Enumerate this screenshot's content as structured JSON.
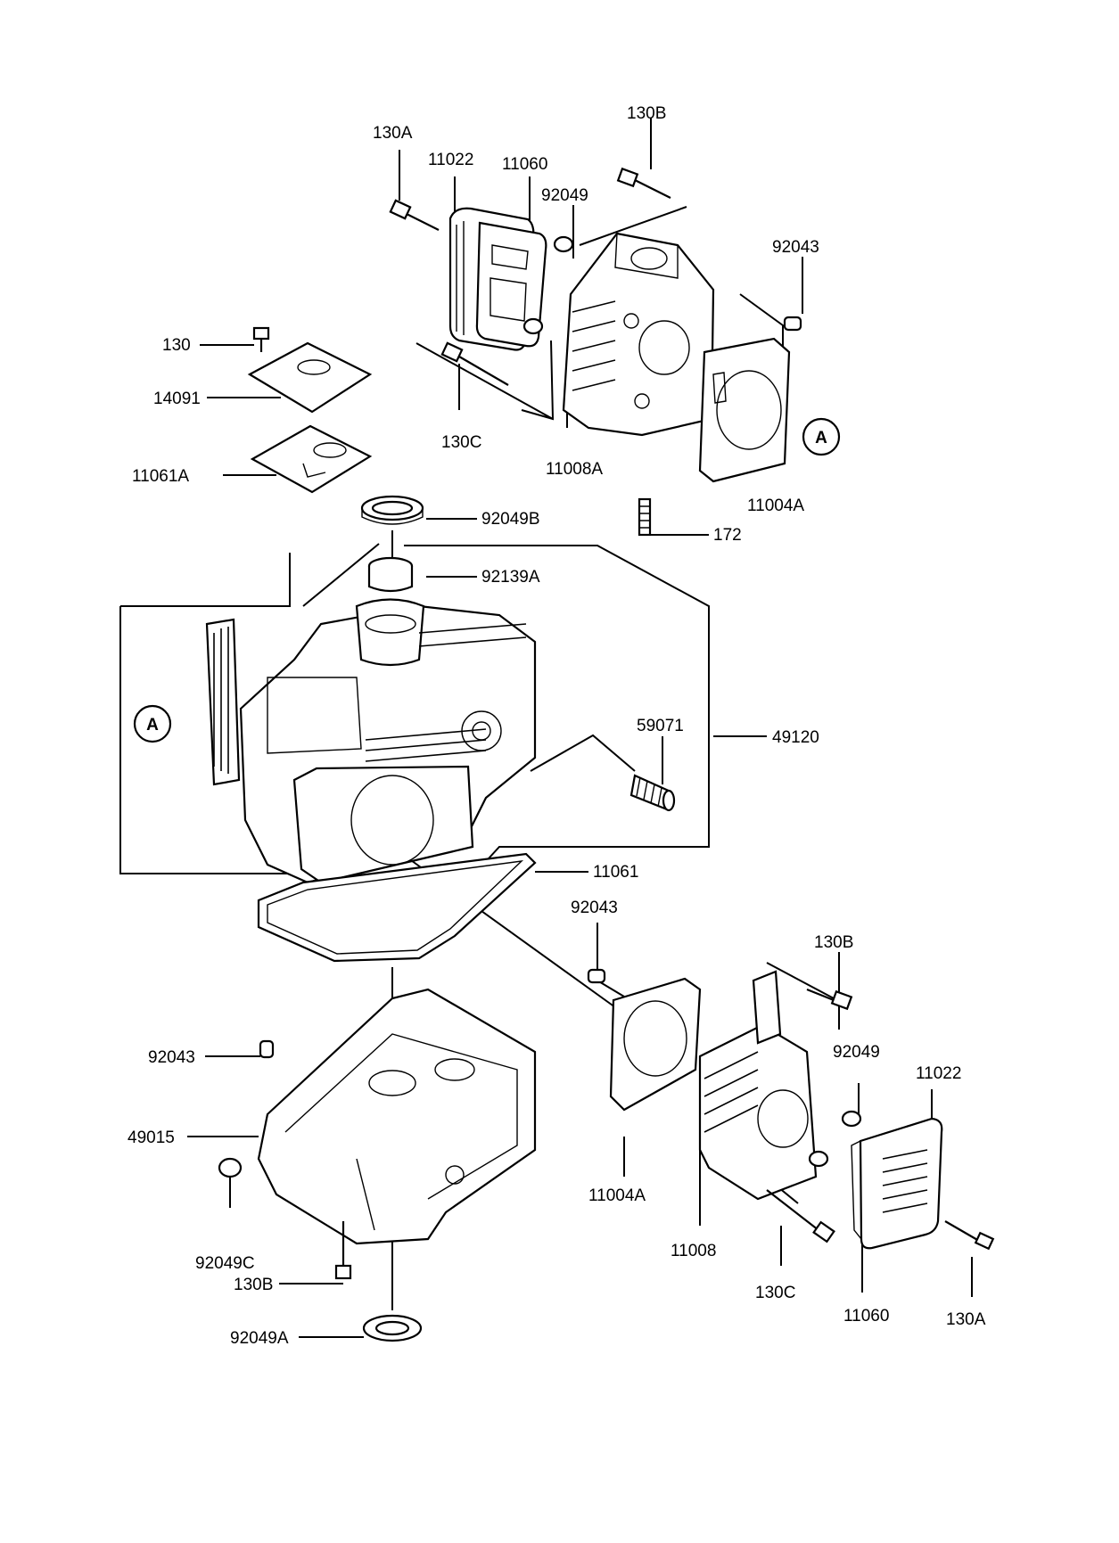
{
  "labels": {
    "l130A_top": "130A",
    "l11022_top": "11022",
    "l11060_top": "11060",
    "l92049_top": "92049",
    "l130B_top": "130B",
    "l92043_top": "92043",
    "l130": "130",
    "l14091": "14091",
    "l130C_top": "130C",
    "l11008A": "11008A",
    "l11004A_top": "11004A",
    "l11061A": "11061A",
    "l92049B": "92049B",
    "l172": "172",
    "l92139A": "92139A",
    "l59071": "59071",
    "l49120": "49120",
    "l11061": "11061",
    "l92043_mid": "92043",
    "l130B_mid": "130B",
    "l92049_mid": "92049",
    "l11022_bot": "11022",
    "l92043_left": "92043",
    "l49015": "49015",
    "l92049C": "92049C",
    "l11004A_bot": "11004A",
    "l11008": "11008",
    "l130B_bot": "130B",
    "l130C_bot": "130C",
    "l11060_bot": "11060",
    "l130A_bot": "130A",
    "l92049A": "92049A"
  },
  "markers": {
    "a_left": "A",
    "a_right": "A"
  }
}
